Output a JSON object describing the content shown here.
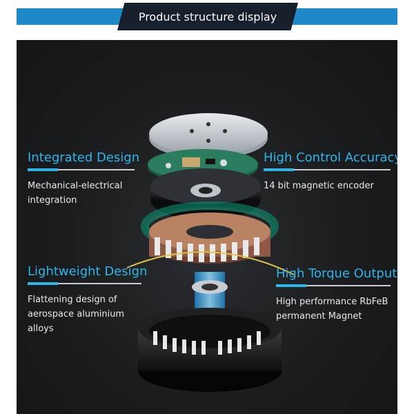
{
  "header": {
    "title": "Product structure display"
  },
  "features": [
    {
      "title": "Integrated Design",
      "lines": [
        "Mechanical-electrical",
        "integration"
      ]
    },
    {
      "title": "High Control Accuracy",
      "lines": [
        "14 bit magnetic encoder"
      ]
    },
    {
      "title": "Lightweight Design",
      "lines": [
        "Flattening design of",
        "aerospace aluminium",
        "alloys"
      ]
    },
    {
      "title": "High Torque Output",
      "lines": [
        "High performance RbFeB",
        "permanent Magnet"
      ]
    }
  ],
  "colors": {
    "accent": "#2fb6e8",
    "banner": "#1e88c9",
    "banner_tab": "#16202b",
    "panel": "#1a1c1f",
    "glow": "#1fd0a6"
  }
}
